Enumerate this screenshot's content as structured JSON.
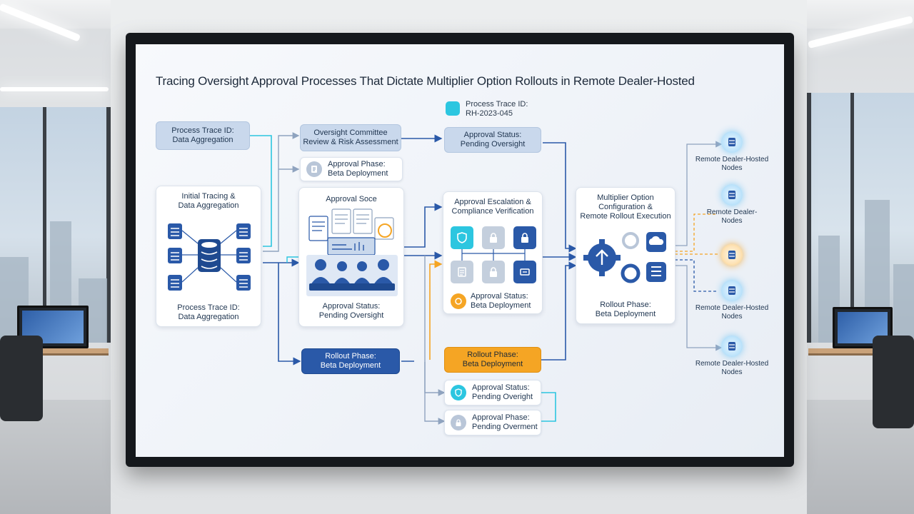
{
  "title": "Tracing Oversight Approval Processes That Dictate Multiplier Option Rollouts in Remote Dealer-Hosted",
  "trace_id": {
    "line1": "Process Trace ID:",
    "line2": "RH-2023-045"
  },
  "column1": {
    "top_pill": {
      "line1": "Process Trace ID:",
      "line2": "Data Aggregation"
    },
    "card": {
      "title_line1": "Initial Tracing &",
      "title_line2": "Data Aggregation",
      "foot_line1": "Process Trace ID:",
      "foot_line2": "Data Aggregation"
    }
  },
  "column2": {
    "top_pill": {
      "line1": "Oversight Committee",
      "line2": "Review & Risk Assessment"
    },
    "phase_pill": {
      "line1": "Approval Phase:",
      "line2": "Beta Deployment"
    },
    "card": {
      "title": "Approval Soce",
      "foot_line1": "Approval Status:",
      "foot_line2": "Pending Oversight"
    },
    "bottom_pill": {
      "line1": "Rollout Phase:",
      "line2": "Beta Deployment"
    }
  },
  "column3": {
    "top_pill": {
      "line1": "Approval Status:",
      "line2": "Pending Oversight"
    },
    "card": {
      "title_line1": "Approval Escalation &",
      "title_line2": "Compliance Verification",
      "status_line1": "Approval Status:",
      "status_line2": "Beta Deployment"
    },
    "orange_pill": {
      "line1": "Rollout Phase:",
      "line2": "Beta Deployment"
    },
    "status_pill": {
      "line1": "Approval Status:",
      "line2": "Pending Overight"
    },
    "phase_pill": {
      "line1": "Approval Phase:",
      "line2": "Pending Overment"
    }
  },
  "column4": {
    "card": {
      "title_line1": "Multiplier Option",
      "title_line2": "Configuration &",
      "title_line3": "Remote Rollout Execution",
      "foot_line1": "Rollout Phase:",
      "foot_line2": "Beta Deployment"
    }
  },
  "nodes": [
    {
      "line1": "Remote Dealer-Hosted",
      "line2": "Nodes"
    },
    {
      "line1": "Remote Dealer-",
      "line2": "Nodes"
    },
    {
      "line1": "",
      "line2": ""
    },
    {
      "line1": "Remote Dealer-Hosted",
      "line2": "Nodes"
    },
    {
      "line1": "Remote Dealer-Hosted",
      "line2": "Nodes"
    }
  ],
  "colors": {
    "primary_blue": "#2a59a8",
    "light_blue": "#c9d8ec",
    "teal": "#2cc6e0",
    "orange": "#f5a524"
  }
}
